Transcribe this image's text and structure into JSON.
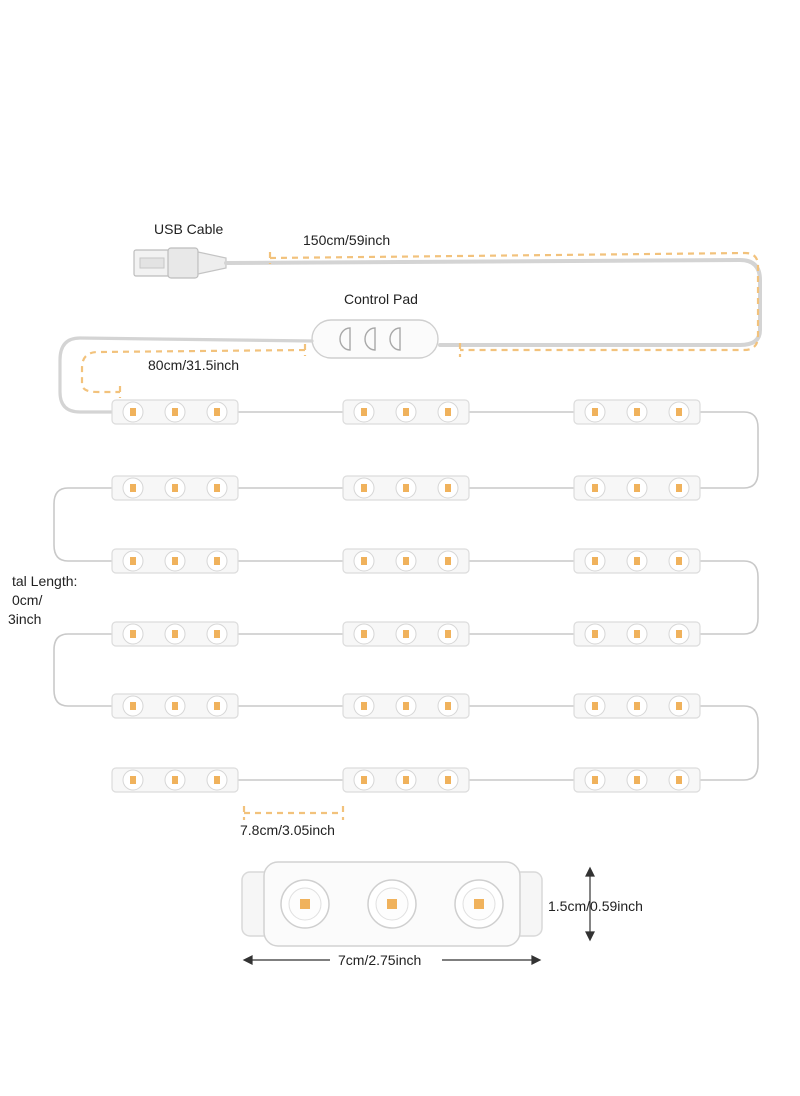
{
  "labels": {
    "usb_cable": "USB Cable",
    "usb_length": "150cm/59inch",
    "control_pad": "Control Pad",
    "pad_length": "80cm/31.5inch",
    "total_line1": "tal Length:",
    "total_line2": "0cm/",
    "total_line3": "3inch",
    "spacing": "7.8cm/3.05inch",
    "module_height": "1.5cm/0.59inch",
    "module_width": "7cm/2.75inch"
  },
  "strip": {
    "rows": 6,
    "modules_per_row": 3,
    "leds_per_module": 3
  },
  "colors": {
    "dimension_line": "#f2c27c",
    "wire": "#c9c9c9",
    "module_body": "#f7f7f7",
    "module_edge": "#dcdcdc",
    "led_chip": "#f0b25c",
    "text": "#222222"
  },
  "icons": {
    "usb_plug": "usb-plug-icon",
    "control_pad": "control-pad-icon"
  }
}
